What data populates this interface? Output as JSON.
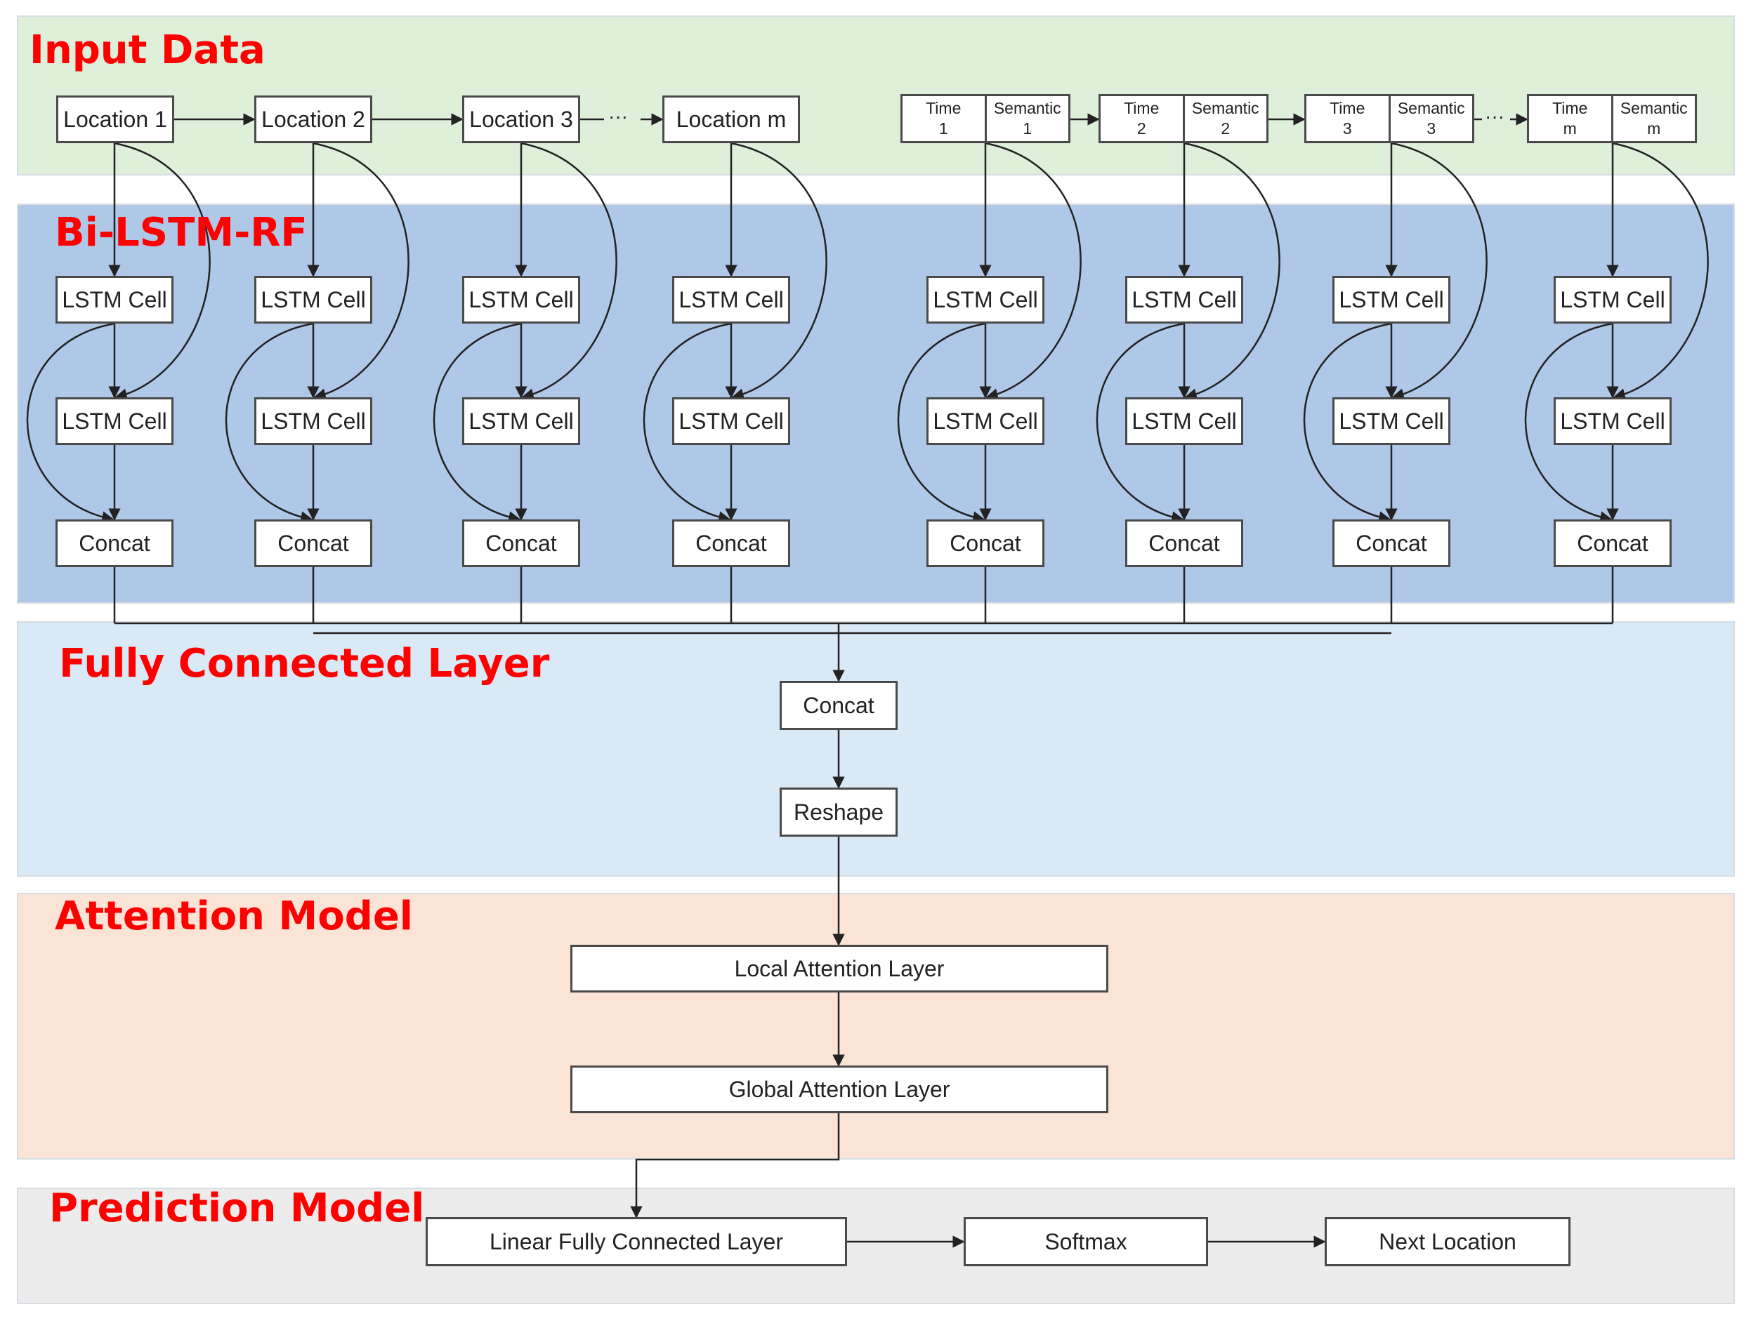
{
  "layers": {
    "input": "Input Data",
    "bilstm": "Bi-LSTM-RF",
    "fc": "Fully Connected Layer",
    "attention": "Attention Model",
    "prediction": "Prediction Model"
  },
  "colors": {
    "input_bg": "#deefda",
    "bilstm_bg": "#b0c8e8",
    "fc_bg": "#dae9f6",
    "attention_bg": "#fbe4d6",
    "prediction_bg": "#ececec",
    "title": "#ff0000"
  },
  "inputs": {
    "locations": [
      "Location 1",
      "Location 2",
      "Location 3",
      "Location m"
    ],
    "time_semantic": [
      {
        "time": "Time",
        "time_idx": "1",
        "semantic": "Semantic",
        "semantic_idx": "1"
      },
      {
        "time": "Time",
        "time_idx": "2",
        "semantic": "Semantic",
        "semantic_idx": "2"
      },
      {
        "time": "Time",
        "time_idx": "3",
        "semantic": "Semantic",
        "semantic_idx": "3"
      },
      {
        "time": "Time",
        "time_idx": "m",
        "semantic": "Semantic",
        "semantic_idx": "m"
      }
    ],
    "ellipsis": "···"
  },
  "cells": {
    "lstm": "LSTM Cell",
    "concat": "Concat"
  },
  "fc": {
    "concat": "Concat",
    "reshape": "Reshape"
  },
  "attention": {
    "local": "Local Attention Layer",
    "global": "Global Attention Layer"
  },
  "prediction": {
    "linear": "Linear Fully Connected Layer",
    "softmax": "Softmax",
    "next": "Next Location"
  }
}
